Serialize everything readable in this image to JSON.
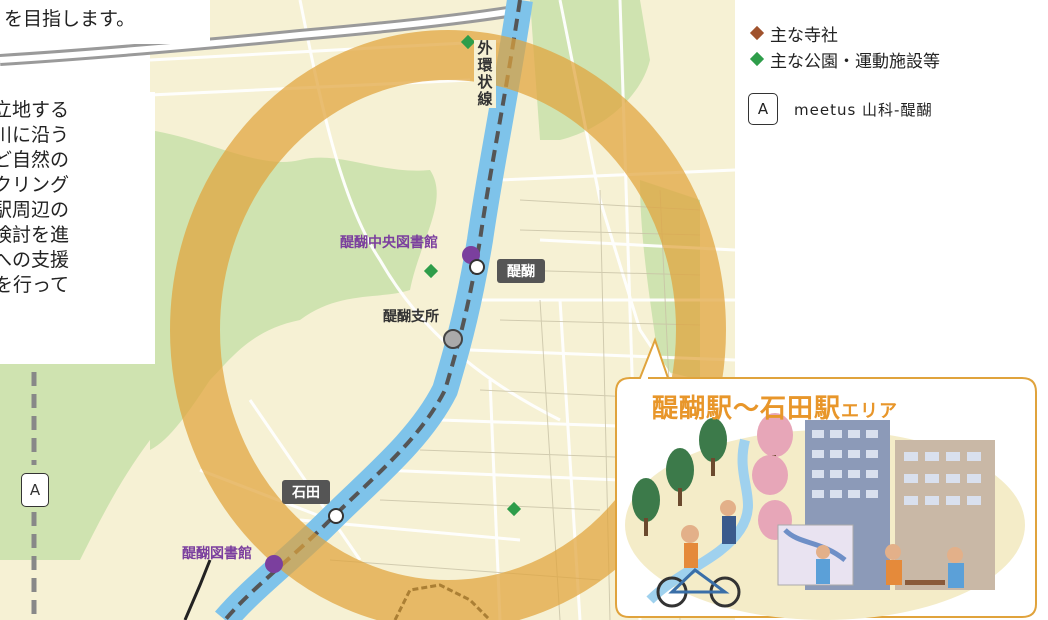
{
  "intro_text": {
    "top_line": "を目指します。",
    "lines": [
      "立地する",
      "川に沿う",
      "ど自然の",
      "クリング",
      "駅周辺の",
      "検討を進",
      "への支援",
      "を行って"
    ]
  },
  "legend": {
    "temple": {
      "label": "主な寺社",
      "color": "#a0522d"
    },
    "park": {
      "label": "主な公園・運動施設等",
      "color": "#2e9d4a"
    },
    "circle_code": "A",
    "circle_text": "meetus 山科-醍醐"
  },
  "map": {
    "road_label": "外環状線",
    "stations": {
      "daigo": "醍醐",
      "ishida": "石田"
    },
    "places": {
      "daigo_central_library": "醍醐中央図書館",
      "daigo_branch_office": "醍醐支所",
      "daigo_library": "醍醐図書館"
    },
    "line_a_code": "A"
  },
  "callout": {
    "title_main": "醍醐駅～石田駅",
    "title_small": "エリア",
    "accent_color": "#e8962a"
  }
}
